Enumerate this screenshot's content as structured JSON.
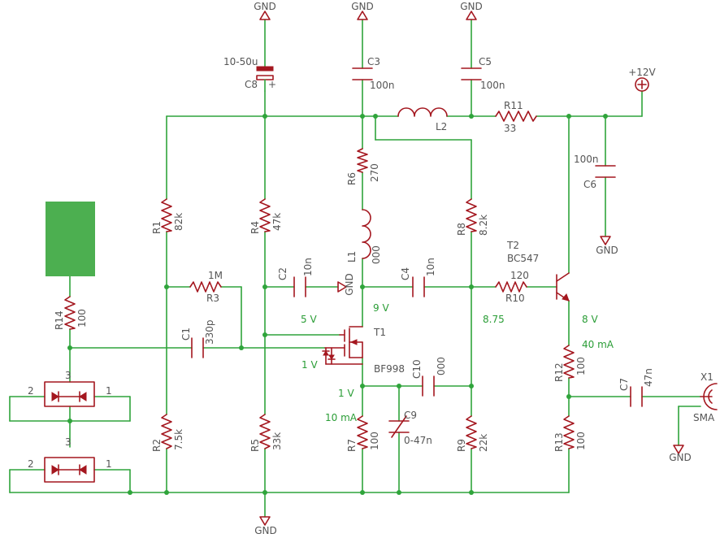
{
  "supply": {
    "vcc": "+12V",
    "gnd": "GND"
  },
  "components": {
    "C8": {
      "ref": "C8",
      "value": "10-50u"
    },
    "C3": {
      "ref": "C3",
      "value": "100n"
    },
    "C5": {
      "ref": "C5",
      "value": "100n"
    },
    "L2": {
      "ref": "L2"
    },
    "R11": {
      "ref": "R11",
      "value": "33"
    },
    "C6": {
      "ref": "C6",
      "value": "100n"
    },
    "R1": {
      "ref": "R1",
      "value": "82k"
    },
    "R4": {
      "ref": "R4",
      "value": "47k"
    },
    "R6": {
      "ref": "R6",
      "value": "270"
    },
    "R8": {
      "ref": "R8",
      "value": "8.2k"
    },
    "L1": {
      "ref": "L1",
      "value": "000"
    },
    "R3": {
      "ref": "R3",
      "value": "1M"
    },
    "C2": {
      "ref": "C2",
      "value": "10n"
    },
    "C4": {
      "ref": "C4",
      "value": "10n"
    },
    "R10": {
      "ref": "R10",
      "value": "120"
    },
    "T2": {
      "ref": "T2",
      "value": "BC547"
    },
    "T1": {
      "ref": "T1",
      "value": "BF998"
    },
    "C1": {
      "ref": "C1",
      "value": "330p"
    },
    "R14": {
      "ref": "R14",
      "value": "100"
    },
    "C10": {
      "ref": "C10",
      "value": "000"
    },
    "C9": {
      "ref": "C9",
      "value": "0-47n"
    },
    "R2": {
      "ref": "R2",
      "value": "7.5k"
    },
    "R5": {
      "ref": "R5",
      "value": "33k"
    },
    "R7": {
      "ref": "R7",
      "value": "100"
    },
    "R9": {
      "ref": "R9",
      "value": "22k"
    },
    "R12": {
      "ref": "R12",
      "value": "100"
    },
    "R13": {
      "ref": "R13",
      "value": "100"
    },
    "C7": {
      "ref": "C7",
      "value": "47n"
    },
    "X1": {
      "ref": "X1",
      "value": "SMA"
    },
    "D_upper": {
      "pin1": "1",
      "pin2": "2",
      "pin3": "3"
    },
    "D_lower": {
      "pin1": "1",
      "pin2": "2",
      "pin3": "3"
    }
  },
  "annotations": {
    "v5": "5 V",
    "v9": "9 V",
    "v8_75": "8.75",
    "v8": "8 V",
    "i40": "40 mA",
    "v1a": "1 V",
    "v1b": "1 V",
    "i10": "10 mA"
  },
  "colors": {
    "wire": "#2fa43b",
    "component": "#a4171f",
    "label": "#555555",
    "annotation": "#2a9d36",
    "pad": "#4caf50"
  }
}
